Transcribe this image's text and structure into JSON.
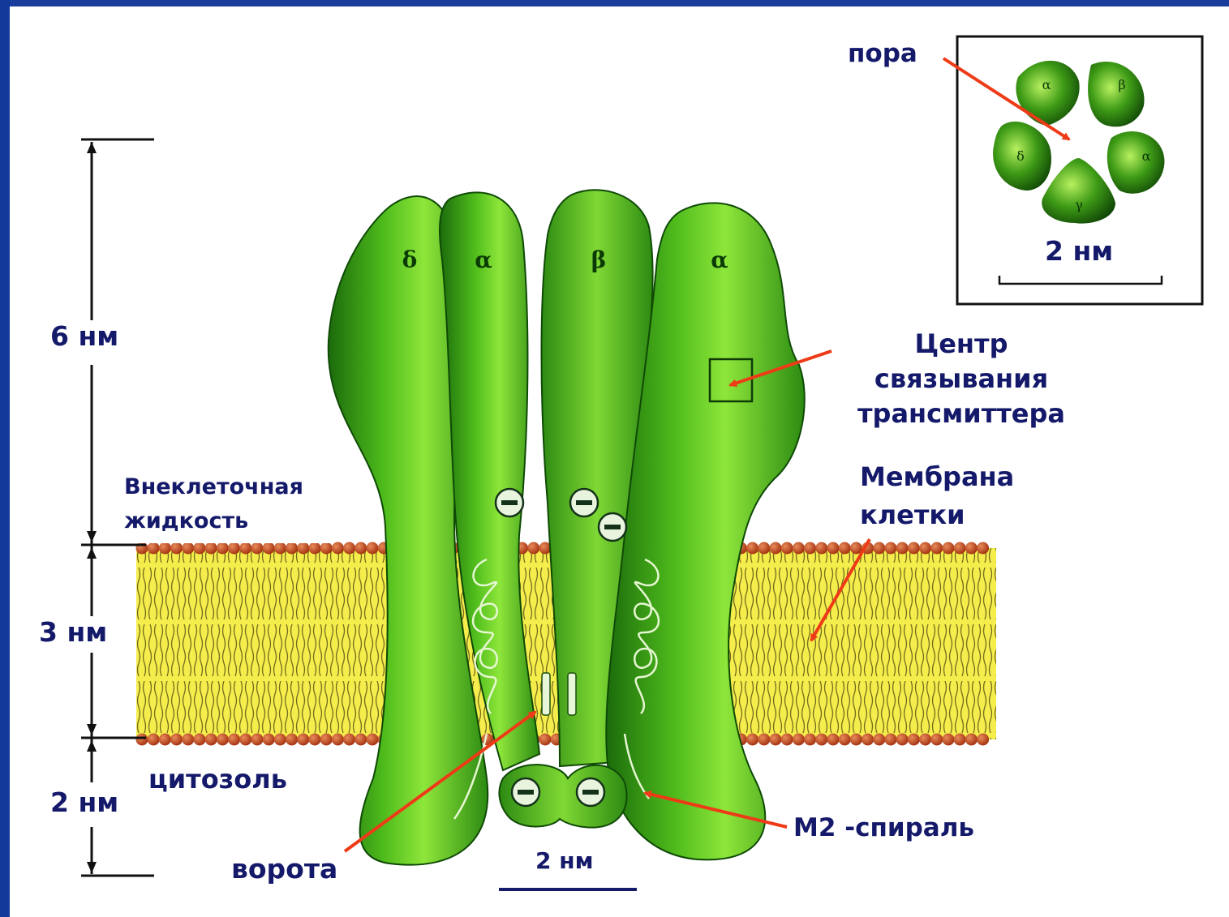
{
  "inset": {
    "pore_label": "пора",
    "subunits": [
      "α",
      "β",
      "α",
      "γ",
      "δ"
    ],
    "scale_label": "2 нм"
  },
  "subunit_labels": [
    "δ",
    "α",
    "β",
    "α"
  ],
  "scale": {
    "top": "6 нм",
    "middle": "3 нм",
    "bottom": "2 нм"
  },
  "callouts": {
    "binding_site": [
      "Центр",
      "связывания",
      "трансмиттера"
    ],
    "membrane": [
      "Мембрана",
      "клетки"
    ],
    "extracellular": [
      "Внеклеточная",
      "жидкость"
    ],
    "cytosol": "цитозоль",
    "gate": "ворота",
    "m2_helix": "М2 -спираль",
    "pore_width": "2 нм"
  },
  "colors": {
    "background": "#0c2f8c",
    "text": "#14196a",
    "arrow": "#ee3b17",
    "protein_dark": "#1b6b0b",
    "protein_light": "#8ee63a",
    "lipid_tail": "#f4ea3a",
    "lipid_head": "#b83a1c"
  }
}
